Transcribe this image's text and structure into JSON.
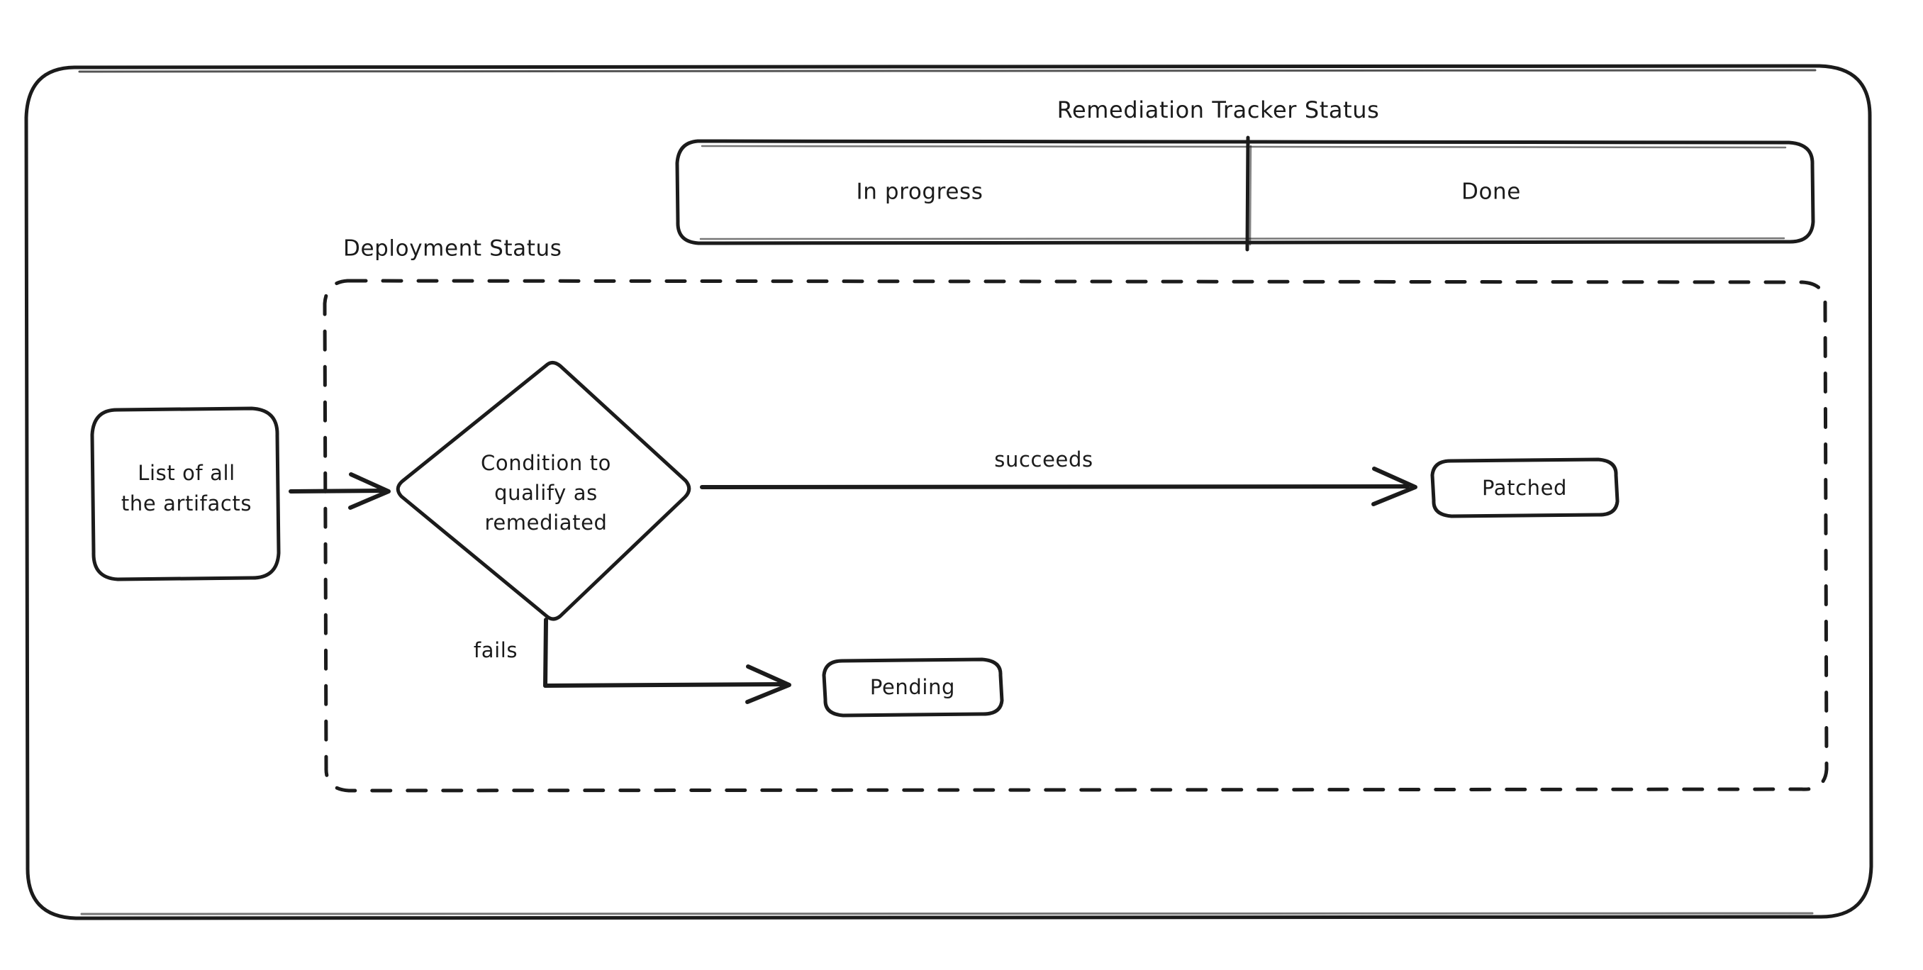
{
  "diagram": {
    "title": "Remediation Tracker Status",
    "background_color": "#ffffff",
    "stroke_color": "#1b1b1b",
    "tracker_table": {
      "cells": [
        {
          "label": "In progress"
        },
        {
          "label": "Done"
        }
      ]
    },
    "group_label": "Deployment Status",
    "nodes": [
      {
        "id": "artifacts",
        "shape": "rounded-rect",
        "line1": "List of all",
        "line2": "the artifacts"
      },
      {
        "id": "condition",
        "shape": "diamond",
        "line1": "Condition to",
        "line2": "qualify as",
        "line3": "remediated"
      },
      {
        "id": "patched",
        "shape": "rounded-rect",
        "label": "Patched"
      },
      {
        "id": "pending",
        "shape": "rounded-rect",
        "label": "Pending"
      }
    ],
    "edges": [
      {
        "id": "artifacts-to-condition",
        "label": ""
      },
      {
        "id": "condition-to-patched",
        "label": "succeeds"
      },
      {
        "id": "condition-to-pending",
        "label": "fails"
      }
    ]
  }
}
